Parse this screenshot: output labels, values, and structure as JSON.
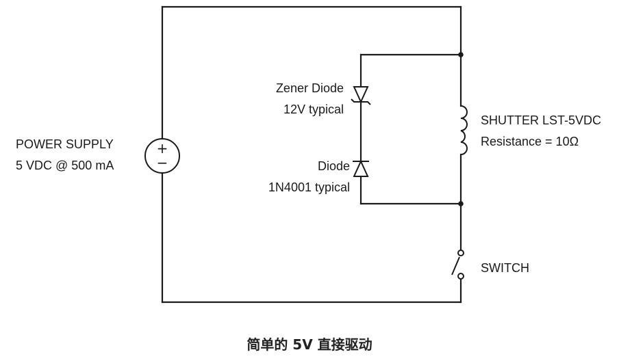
{
  "power_supply": {
    "line1": "POWER SUPPLY",
    "line2": "5 VDC @ 500 mA"
  },
  "zener": {
    "line1": "Zener Diode",
    "line2": "12V typical"
  },
  "diode": {
    "line1": "Diode",
    "line2": "1N4001 typical"
  },
  "shutter": {
    "line1": "SHUTTER LST-5VDC",
    "line2": "Resistance = 10Ω"
  },
  "switch": {
    "label": "SWITCH"
  },
  "caption": "简单的 5V 直接驱动",
  "symbols": {
    "plus": "+",
    "minus": "−"
  }
}
